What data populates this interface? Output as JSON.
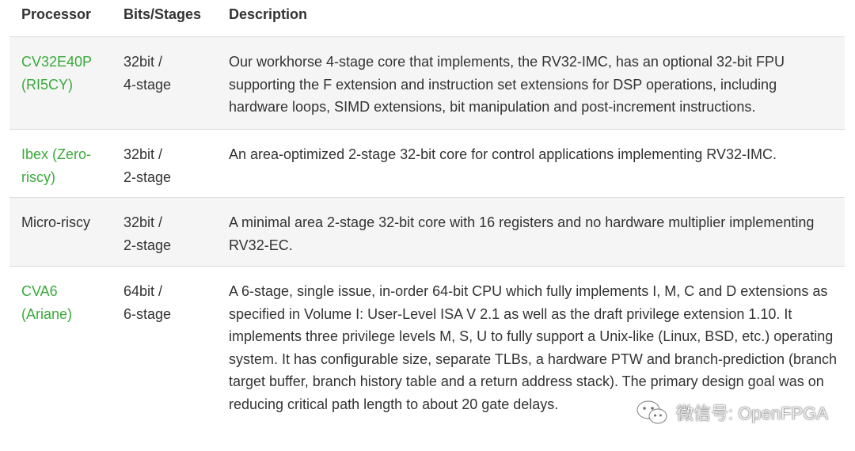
{
  "table": {
    "headers": {
      "processor": "Processor",
      "bits": "Bits/Stages",
      "description": "Description"
    },
    "rows": [
      {
        "processor_line1": "CV32E40P",
        "processor_line2": "(RI5CY)",
        "processor_is_link": true,
        "bits_line1": "32bit /",
        "bits_line2": "4-stage",
        "description": "Our workhorse 4-stage core that implements, the RV32-IMC, has an optional 32-bit FPU supporting the F extension and instruction set extensions for DSP operations, including hardware loops, SIMD extensions, bit manipulation and post-increment instructions."
      },
      {
        "processor_line1": "Ibex (Zero-",
        "processor_line2": "riscy)",
        "processor_is_link": true,
        "bits_line1": "32bit /",
        "bits_line2": "2-stage",
        "description": "An area-optimized 2-stage 32-bit core for control applications implementing RV32-IMC."
      },
      {
        "processor_line1": "Micro-riscy",
        "processor_line2": "",
        "processor_is_link": false,
        "bits_line1": "32bit /",
        "bits_line2": "2-stage",
        "description": "A minimal area 2-stage 32-bit core with 16 registers and no hardware multiplier implementing RV32-EC."
      },
      {
        "processor_line1": "CVA6",
        "processor_line2": "(Ariane)",
        "processor_is_link": true,
        "bits_line1": "64bit /",
        "bits_line2": "6-stage",
        "description": "A 6-stage, single issue, in-order 64-bit CPU which fully implements I, M, C and D extensions as specified in Volume I: User-Level ISA V 2.1 as well as the draft privilege extension 1.10. It implements three privilege levels M, S, U to fully support a Unix-like (Linux, BSD, etc.) operating system. It has configurable size, separate TLBs, a hardware PTW and branch-prediction (branch target buffer, branch history table and a return address stack). The primary design goal was on reducing critical path length to about 20 gate delays."
      }
    ]
  },
  "colors": {
    "link": "#3aaa3a",
    "text": "#333333",
    "stripe": "#f5f5f5"
  },
  "watermark": {
    "text": "微信号: OpenFPGA",
    "icon": "wechat-icon"
  }
}
